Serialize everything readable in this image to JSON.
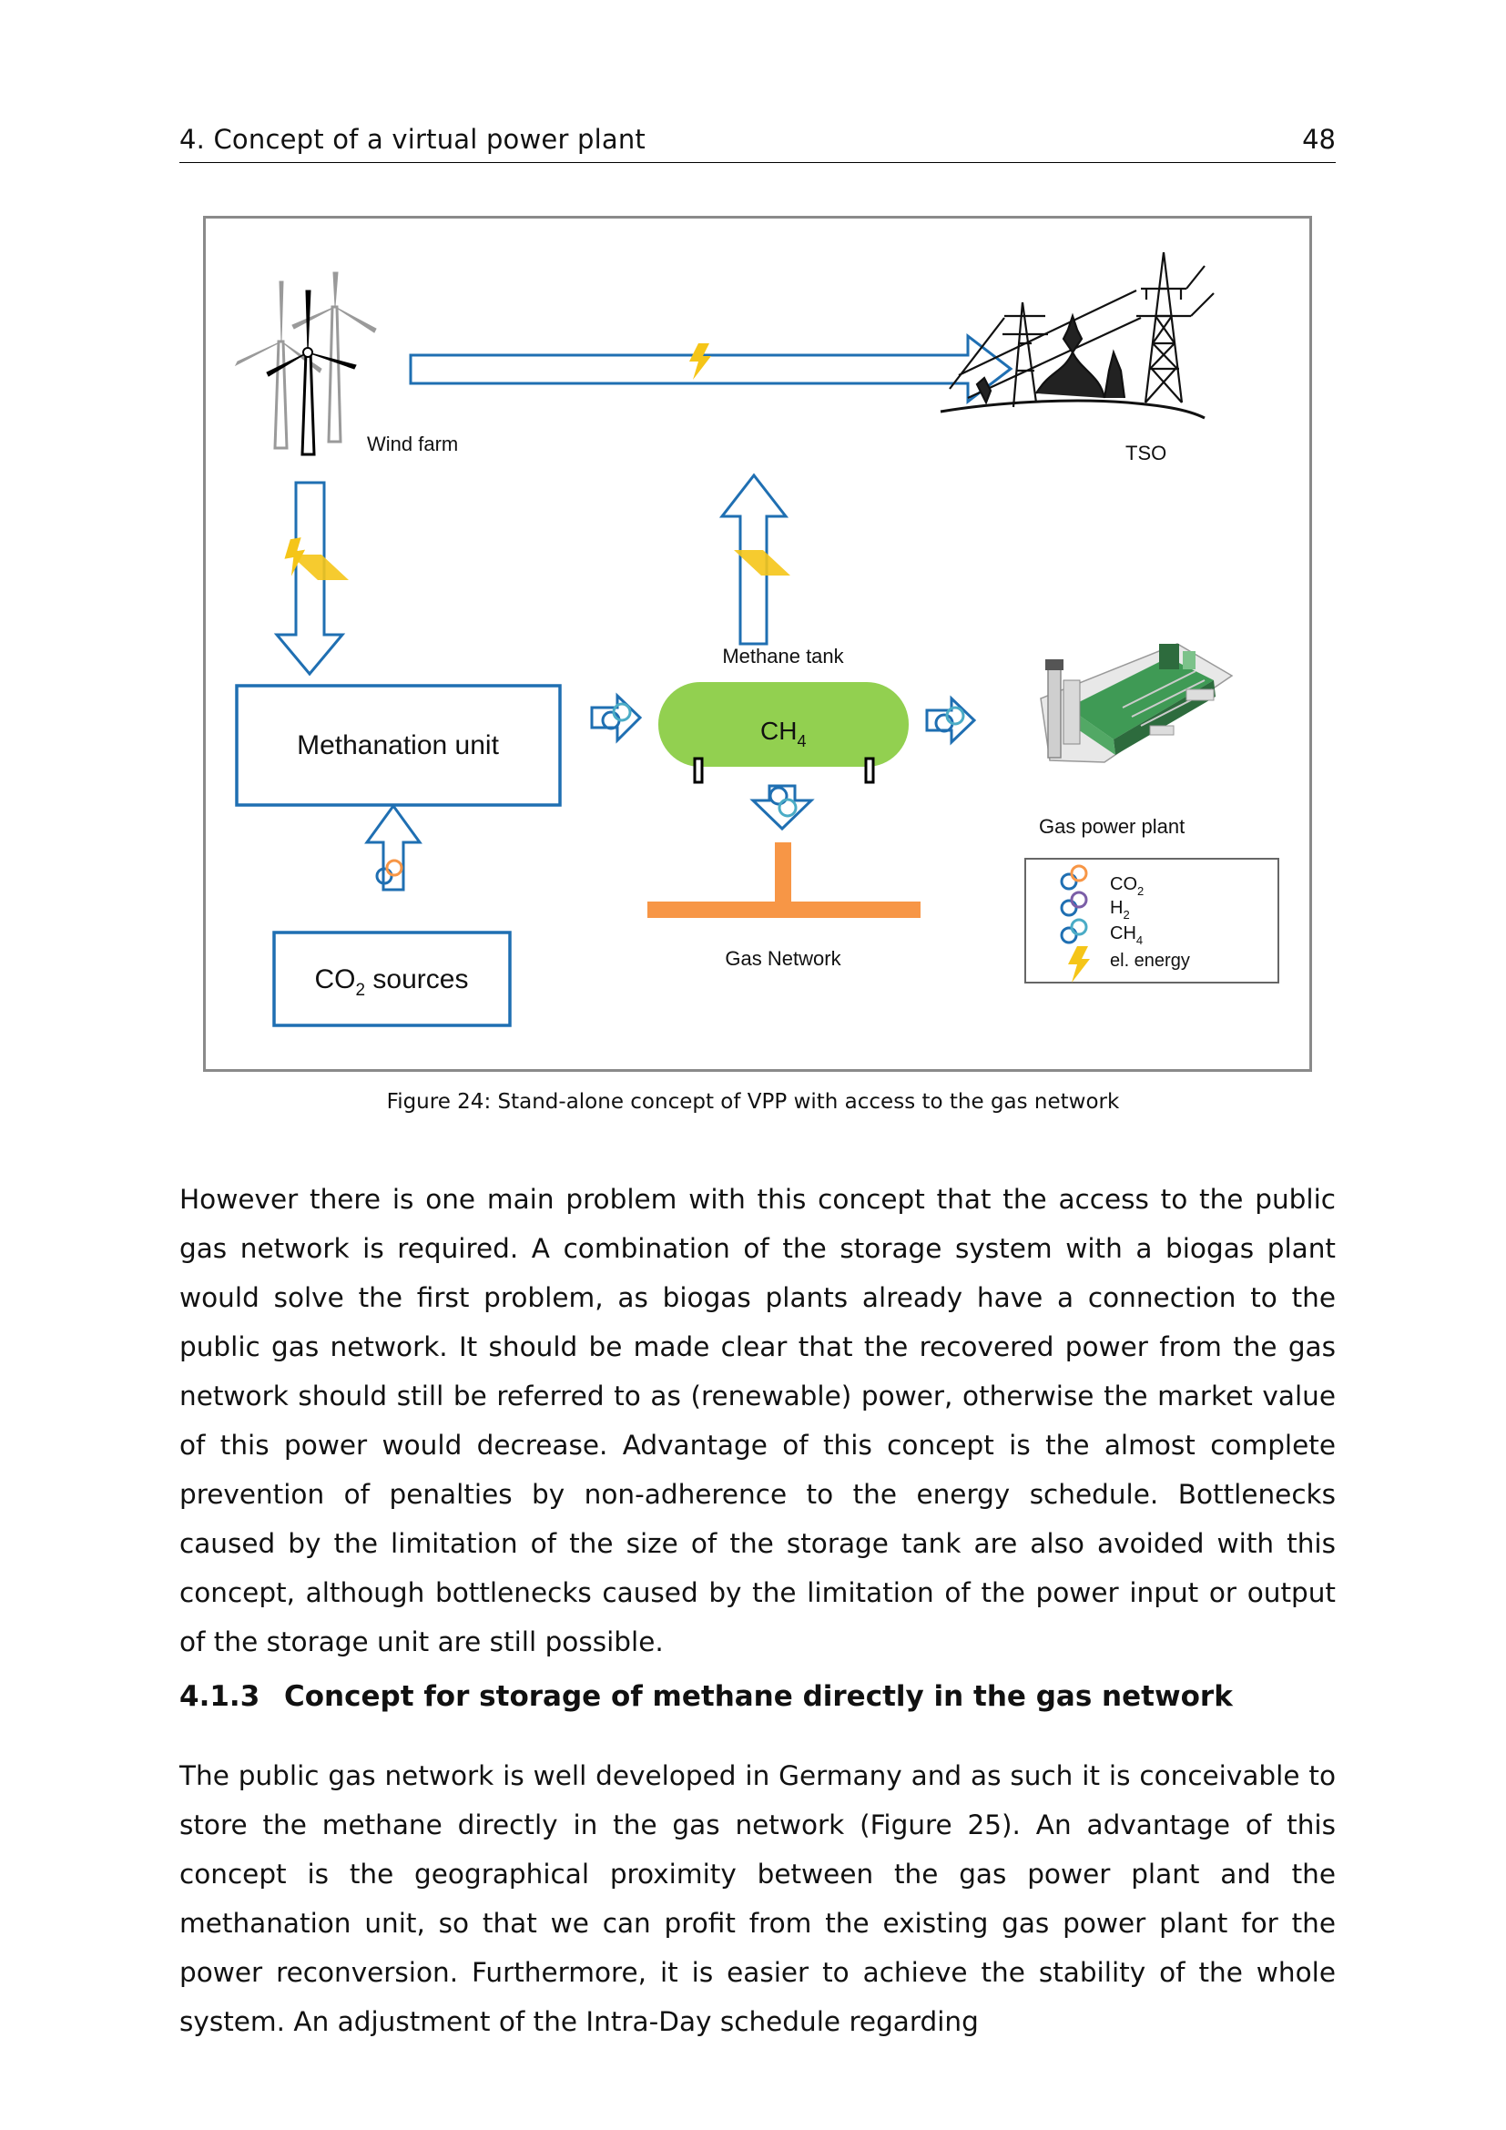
{
  "header": {
    "chapter": "4. Concept of a virtual power plant",
    "page_number": "48"
  },
  "figure": {
    "wind_farm": "Wind farm",
    "tso": "TSO",
    "methane_tank": "Methane tank",
    "tank_gas": "CH",
    "tank_gas_sub": "4",
    "methanation_unit": "Methanation unit",
    "gas_power_plant": "Gas power plant",
    "gas_network": "Gas Network",
    "co2_sources_prefix": "CO",
    "co2_sources_sub": "2",
    "co2_sources_suffix": " sources",
    "legend": {
      "co2": "CO",
      "co2_sub": "2",
      "h2": "H",
      "h2_sub": "2",
      "ch4": "CH",
      "ch4_sub": "4",
      "energy": "el. energy"
    },
    "colors": {
      "arrow_blue": "#1f6fb2",
      "tank_green": "#92d050",
      "gas_orange": "#f79646",
      "bolt_yellow": "#f5c518",
      "h2_purple": "#7b5ea7",
      "ch4_teal": "#4bacc6"
    }
  },
  "caption": "Figure 24: Stand-alone concept of VPP with access to the gas network",
  "paragraph1": "However there is one main problem with this concept that the access to the public gas network is required. A combination of the storage system with a biogas plant would solve the first problem, as biogas plants already have a connection to the public gas network. It should be made clear that the recovered power from the gas network should still be referred to as (renewable) power, otherwise the market value of this power would decrease. Advantage of this concept is the almost complete prevention of penalties by non-adherence to the energy schedule. Bottlenecks caused by the limitation of the size of the storage tank are also avoided with this concept, although bottlenecks caused by the limitation of the power input or output of the storage unit are still possible.",
  "section": {
    "number": "4.1.3",
    "title": "Concept for storage of methane directly in the gas network"
  },
  "paragraph2": "The public gas network is well developed in Germany and as such it is conceivable to store the methane directly in the gas network (Figure 25). An advantage of this concept is the geographical proximity between the gas power plant and the methanation unit, so that we can profit from the existing gas power plant for the power reconversion. Furthermore, it is easier to achieve the stability of the whole system. An adjustment of the Intra-Day schedule regarding"
}
